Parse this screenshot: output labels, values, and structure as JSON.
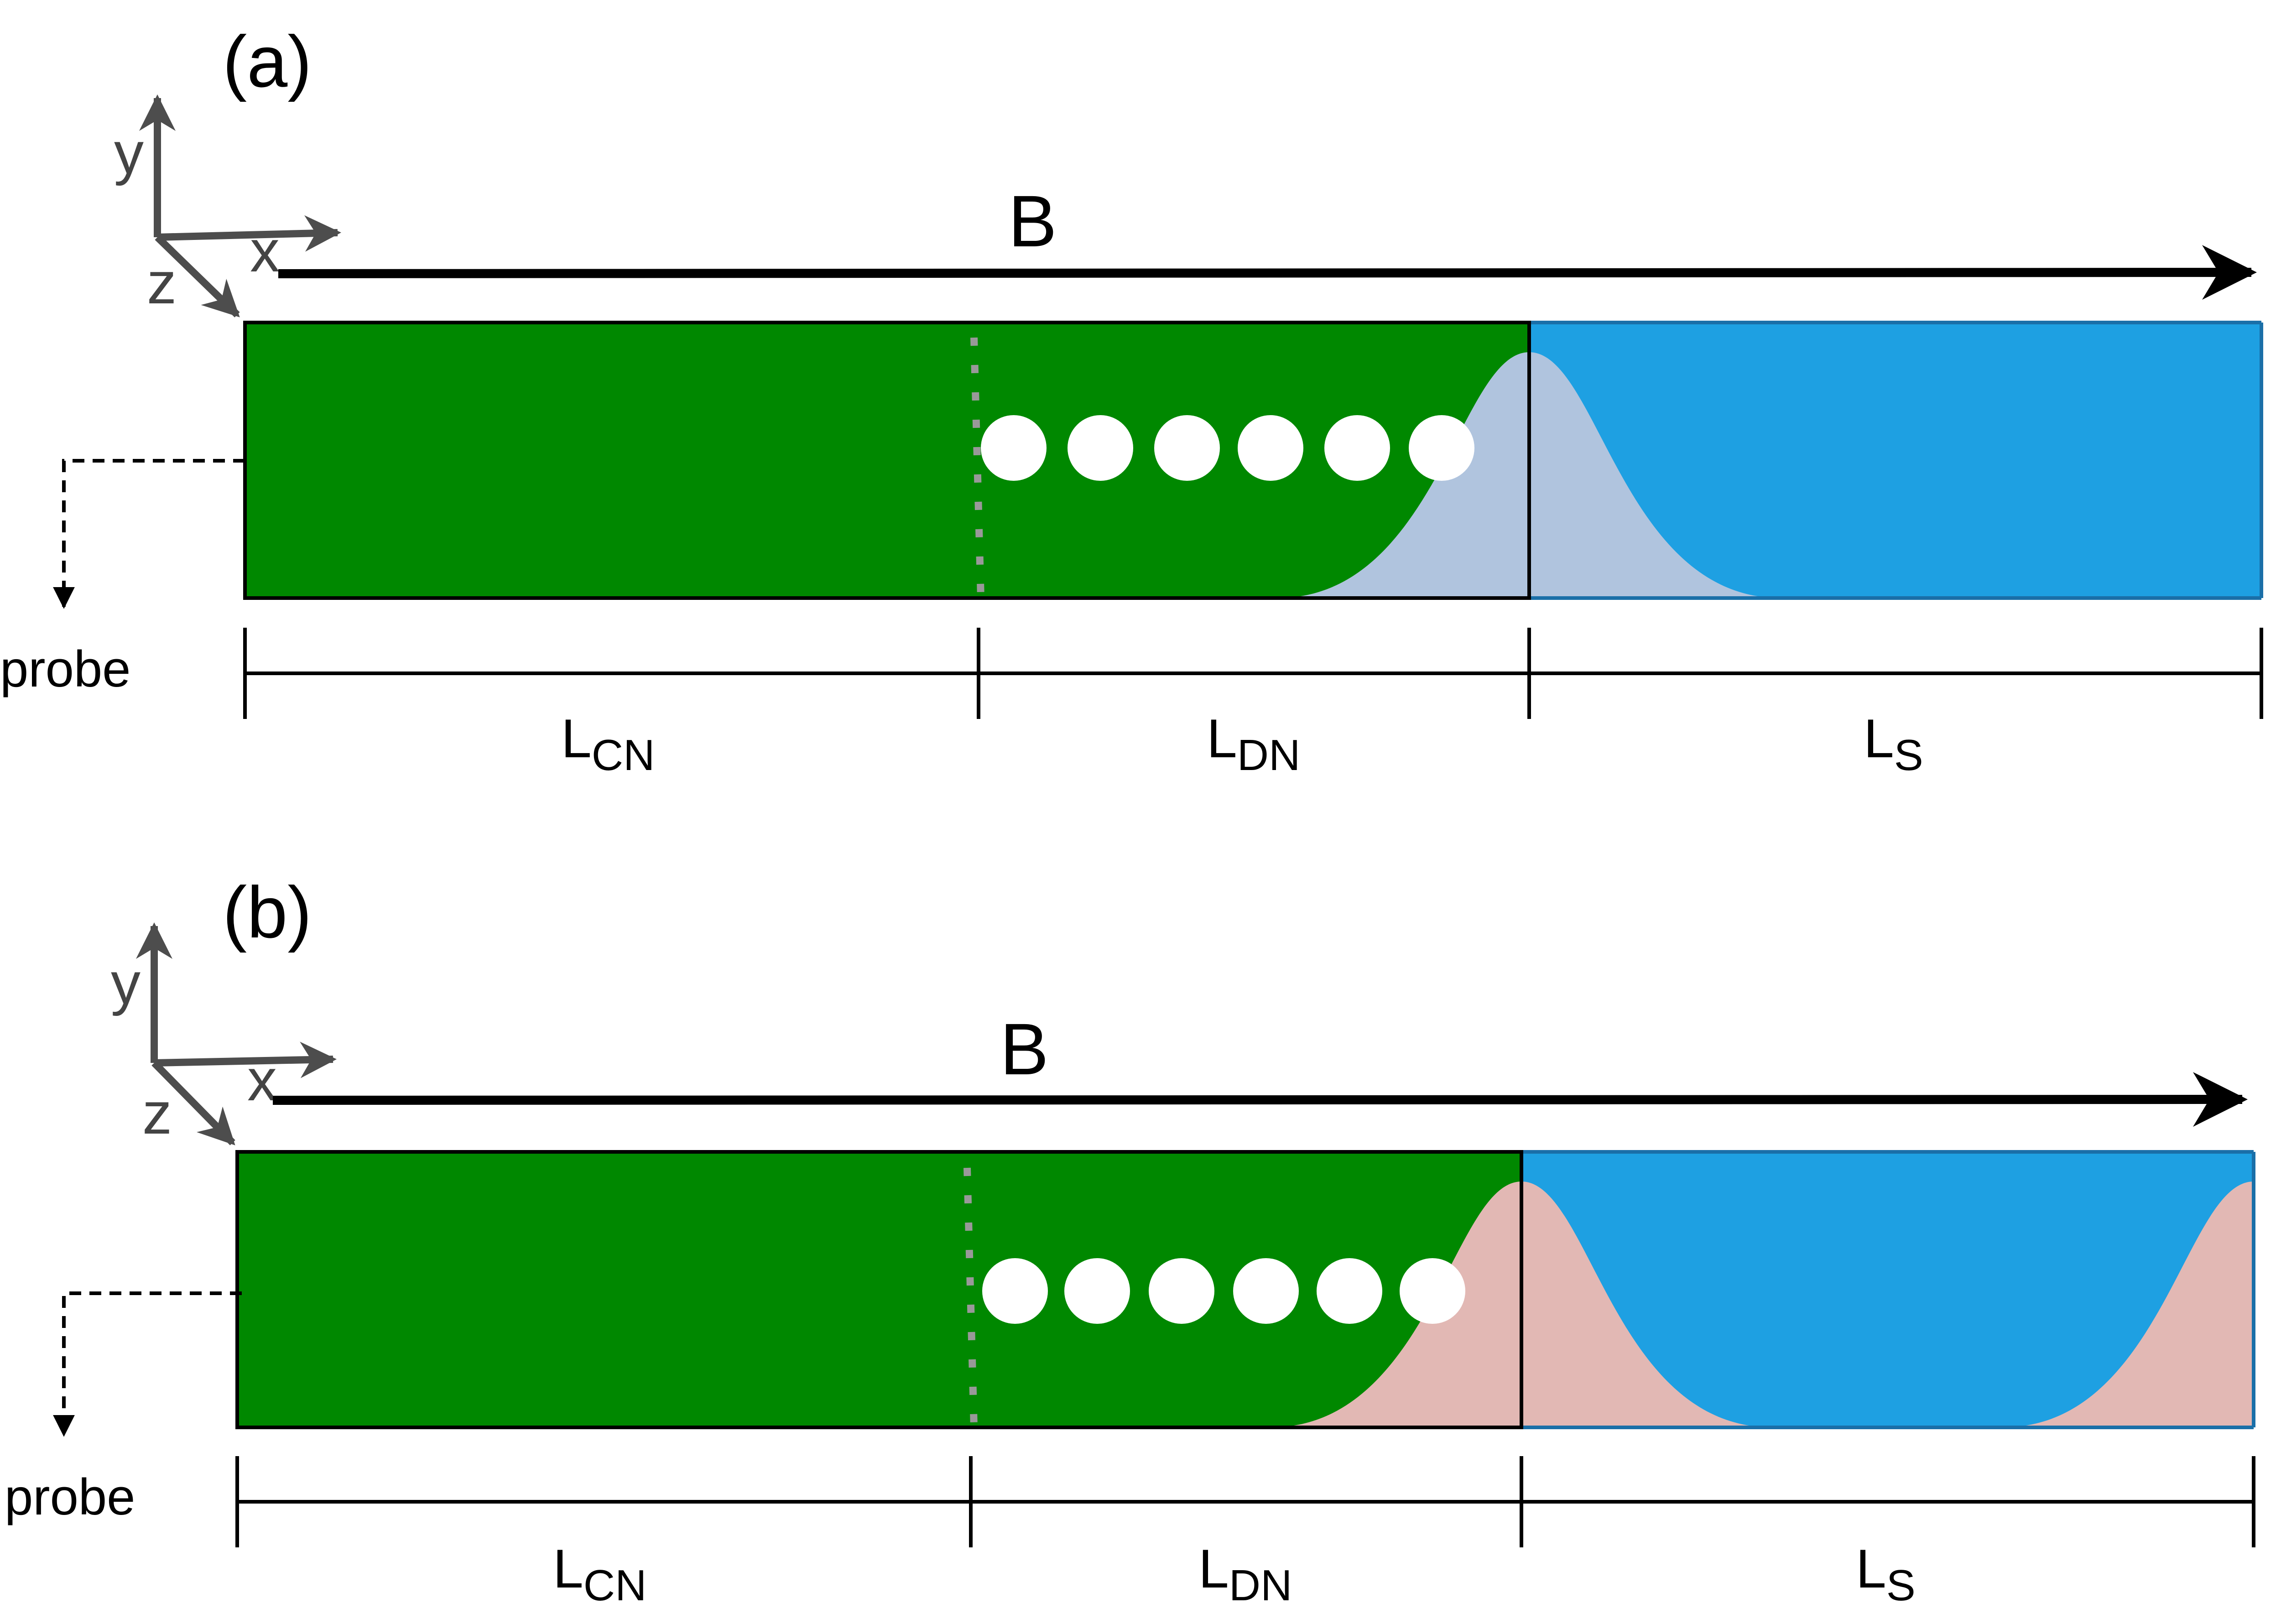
{
  "colors": {
    "green_region": "#008800",
    "blue_region": "#1ea0e2",
    "mode_panel_a": "#b0c4de",
    "mode_panel_b": "#e2b8b4",
    "axis_gray": "#4d4d4d",
    "divider_dotted": "#999999",
    "particle": "#ffffff",
    "outline": "#000000"
  },
  "panels": [
    {
      "label": "(a)",
      "field_label": "B",
      "axes": {
        "x": "x",
        "y": "y",
        "z": "z"
      },
      "probe_label": "probe",
      "segments": [
        {
          "main": "L",
          "sub": "CN"
        },
        {
          "main": "L",
          "sub": "DN"
        },
        {
          "main": "L",
          "sub": "S"
        }
      ],
      "particle_count": 6,
      "mode_style": "single-peak",
      "mode_color_key": "mode_panel_a"
    },
    {
      "label": "(b)",
      "field_label": "B",
      "axes": {
        "x": "x",
        "y": "y",
        "z": "z"
      },
      "probe_label": "probe",
      "segments": [
        {
          "main": "L",
          "sub": "CN"
        },
        {
          "main": "L",
          "sub": "DN"
        },
        {
          "main": "L",
          "sub": "S"
        }
      ],
      "particle_count": 6,
      "mode_style": "double-peak",
      "mode_color_key": "mode_panel_b"
    }
  ]
}
